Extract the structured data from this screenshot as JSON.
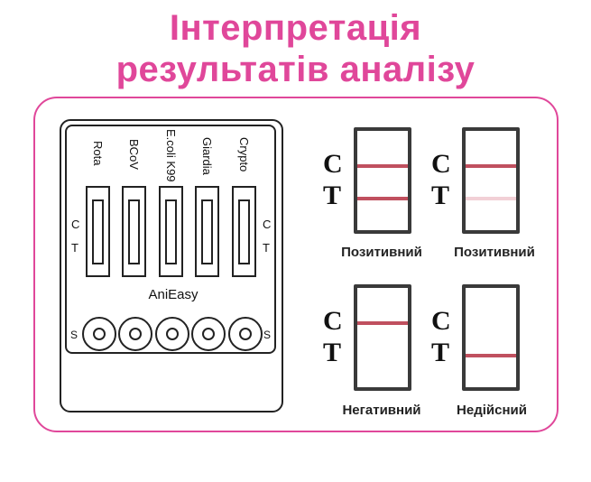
{
  "title": {
    "line1": "Інтерпретація",
    "line2": "результатів аналізу"
  },
  "cassette": {
    "strips": [
      {
        "label": "Rota"
      },
      {
        "label": "BCoV"
      },
      {
        "label": "E.coli K99"
      },
      {
        "label": "Giardia"
      },
      {
        "label": "Crypto"
      }
    ],
    "c_letter": "C",
    "t_letter": "T",
    "brand": "AniEasy",
    "sample_letter": "S"
  },
  "results": [
    {
      "caption": "Позитивний",
      "c_letter": "C",
      "t_letter": "T",
      "c_line": 1.0,
      "t_line": 1.0,
      "line_color": "#c0505f",
      "faint_color": "#f2d0d6"
    },
    {
      "caption": "Позитивний",
      "c_letter": "C",
      "t_letter": "T",
      "c_line": 1.0,
      "t_line": 0.25
    },
    {
      "caption": "Негативний",
      "c_letter": "C",
      "t_letter": "T",
      "c_line": 1.0,
      "t_line": 0
    },
    {
      "caption": "Недійсний",
      "c_letter": "C",
      "t_letter": "T",
      "c_line": 0,
      "t_line": 1.0
    }
  ],
  "colors": {
    "accent": "#e0479a",
    "line": "#c0505f",
    "faint": "#f2d0d6",
    "outline": "#3a3a3a"
  }
}
